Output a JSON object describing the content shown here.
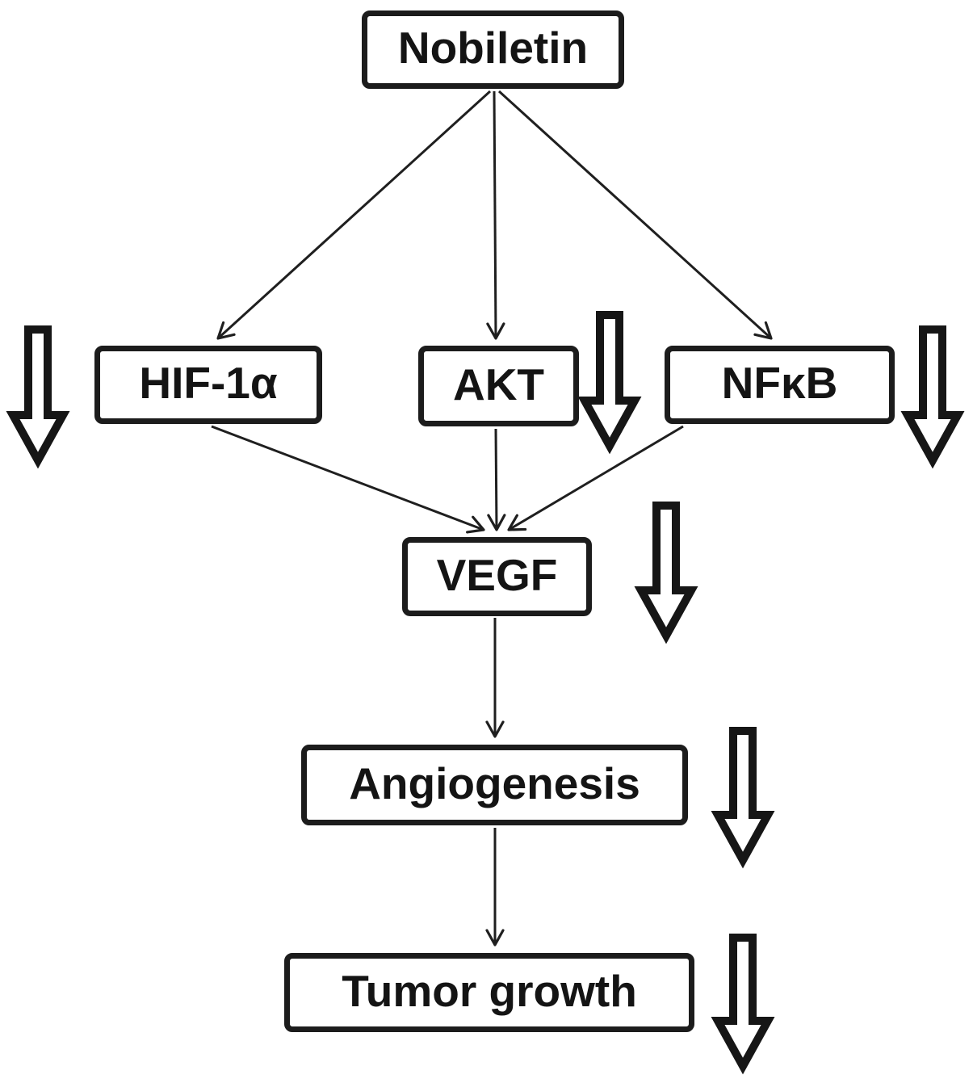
{
  "figure_name": "Nobiletin anti-angiogenic signaling pathway diagram",
  "colors": {
    "background": "#ffffff",
    "line": "#1f1f1f",
    "box_border": "#1c1c1c",
    "box_fill": "#ffffff",
    "text": "#141414"
  },
  "nodes": {
    "nobiletin": {
      "label": "Nobiletin"
    },
    "hif1a": {
      "label": "HIF-1α"
    },
    "akt": {
      "label": "AKT"
    },
    "nfkb": {
      "label": "NFκB"
    },
    "vegf": {
      "label": "VEGF"
    },
    "angiogenesis": {
      "label": "Angiogenesis"
    },
    "tumor_growth": {
      "label": "Tumor growth"
    }
  },
  "edges": [
    {
      "from": "nobiletin",
      "to": "hif1a"
    },
    {
      "from": "nobiletin",
      "to": "akt"
    },
    {
      "from": "nobiletin",
      "to": "nfkb"
    },
    {
      "from": "hif1a",
      "to": "vegf"
    },
    {
      "from": "akt",
      "to": "vegf"
    },
    {
      "from": "nfkb",
      "to": "vegf"
    },
    {
      "from": "vegf",
      "to": "angiogenesis"
    },
    {
      "from": "angiogenesis",
      "to": "tumor_growth"
    }
  ],
  "down_arrows": [
    {
      "at": "hif1a",
      "side": "left",
      "direction": "down"
    },
    {
      "at": "akt",
      "side": "right",
      "direction": "down"
    },
    {
      "at": "nfkb",
      "side": "right",
      "direction": "down"
    },
    {
      "at": "vegf",
      "side": "right",
      "direction": "down"
    },
    {
      "at": "angiogenesis",
      "side": "right",
      "direction": "down"
    },
    {
      "at": "tumor_growth",
      "side": "right",
      "direction": "down"
    }
  ]
}
